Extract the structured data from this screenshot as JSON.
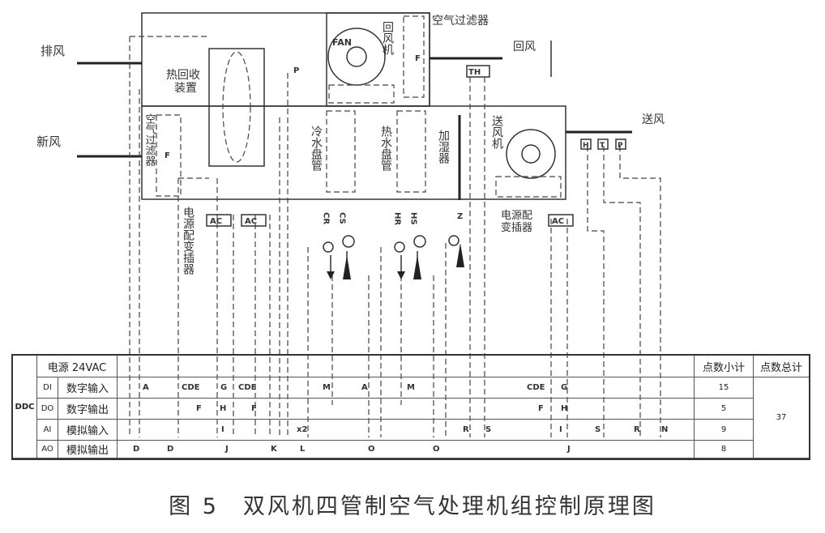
{
  "diagram": {
    "exhaust_air": "排风",
    "fresh_air": "新风",
    "heat_recovery": [
      "热回收",
      "装置"
    ],
    "fan": "FAN",
    "return_fan": "回风机",
    "air_filter_top": "空气过滤器",
    "return_air": "回风",
    "th_sensor": "TH",
    "air_filter_left": "空气过滤器",
    "cooling_coil": "冷水盘管",
    "heating_coil": "热水盘管",
    "humidifier": "加湿器",
    "supply_fan": "送风机",
    "supply_air": "送风",
    "sensors": [
      "H",
      "T",
      "P"
    ],
    "power_transformer_left": "电源配变插器",
    "power_transformer_right": [
      "电源配",
      "变插器"
    ],
    "ac": "AC",
    "pipe_labels": [
      "CR",
      "CS",
      "HR",
      "HS",
      "Z"
    ],
    "p_label": "P",
    "f_label": "F"
  },
  "table": {
    "controller": "DDC",
    "rows": [
      {
        "code": "",
        "label": "电源 24VAC",
        "markers": [],
        "count": "点数小计"
      },
      {
        "code": "DI",
        "label": "数字输入",
        "markers": [
          "A",
          "CDE",
          "G",
          "CDE",
          "M",
          "A",
          "M",
          "CDE",
          "G"
        ],
        "count": "15"
      },
      {
        "code": "DO",
        "label": "数字输出",
        "markers": [
          "F",
          "H",
          "F",
          "F",
          "H"
        ],
        "count": "5"
      },
      {
        "code": "AI",
        "label": "模拟输入",
        "markers": [
          "I",
          "x2",
          "R",
          "S",
          "I",
          "S",
          "R",
          "N"
        ],
        "count": "9"
      },
      {
        "code": "AO",
        "label": "模拟输出",
        "markers": [
          "D",
          "D",
          "J",
          "K",
          "L",
          "O",
          "O",
          "J"
        ],
        "count": "8"
      }
    ],
    "total_header": "点数总计",
    "total": "37"
  },
  "caption": "图 5　双风机四管制空气处理机组控制原理图"
}
